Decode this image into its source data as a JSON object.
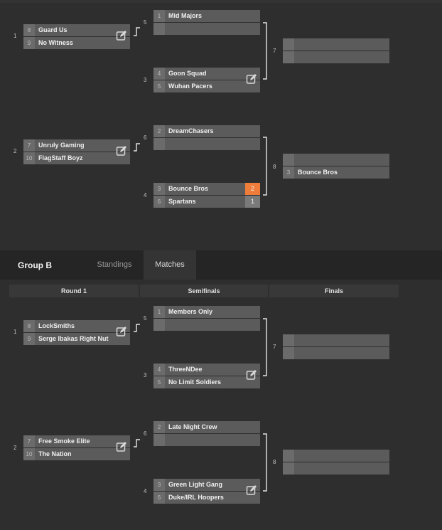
{
  "group_a": {
    "matches": [
      {
        "id": "1",
        "number": "1",
        "slots": [
          {
            "seed": "8",
            "team": "Guard Us",
            "score": ""
          },
          {
            "seed": "9",
            "team": "No Witness",
            "score": ""
          }
        ],
        "editable": true
      },
      {
        "id": "5",
        "number": "5",
        "slots": [
          {
            "seed": "1",
            "team": "Mid Majors",
            "score": ""
          },
          {
            "seed": "",
            "team": "",
            "score": ""
          }
        ],
        "editable": false
      },
      {
        "id": "3",
        "number": "3",
        "slots": [
          {
            "seed": "4",
            "team": "Goon Squad",
            "score": ""
          },
          {
            "seed": "5",
            "team": "Wuhan Pacers",
            "score": ""
          }
        ],
        "editable": true
      },
      {
        "id": "7",
        "number": "7",
        "slots": [
          {
            "seed": "",
            "team": "",
            "score": ""
          },
          {
            "seed": "",
            "team": "",
            "score": ""
          }
        ],
        "editable": false
      },
      {
        "id": "2",
        "number": "2",
        "slots": [
          {
            "seed": "7",
            "team": "Unruly Gaming",
            "score": ""
          },
          {
            "seed": "10",
            "team": "FlagStaff Boyz",
            "score": ""
          }
        ],
        "editable": true
      },
      {
        "id": "6",
        "number": "6",
        "slots": [
          {
            "seed": "2",
            "team": "DreamChasers",
            "score": ""
          },
          {
            "seed": "",
            "team": "",
            "score": ""
          }
        ],
        "editable": false
      },
      {
        "id": "4",
        "number": "4",
        "slots": [
          {
            "seed": "3",
            "team": "Bounce Bros",
            "score": "2",
            "winner": true
          },
          {
            "seed": "6",
            "team": "Spartans",
            "score": "1"
          }
        ],
        "editable": false
      },
      {
        "id": "8",
        "number": "8",
        "slots": [
          {
            "seed": "",
            "team": "",
            "score": ""
          },
          {
            "seed": "3",
            "team": "Bounce Bros",
            "score": ""
          }
        ],
        "editable": false
      }
    ]
  },
  "group_b": {
    "title": "Group B",
    "tabs": [
      "Standings",
      "Matches"
    ],
    "active_tab": "Matches",
    "round_headers": [
      "Round 1",
      "Semifinals",
      "Finals"
    ],
    "matches": [
      {
        "id": "1",
        "number": "1",
        "slots": [
          {
            "seed": "8",
            "team": "LockSmiths",
            "score": ""
          },
          {
            "seed": "9",
            "team": "Serge Ibakas Right Nut",
            "score": ""
          }
        ],
        "editable": true
      },
      {
        "id": "5",
        "number": "5",
        "slots": [
          {
            "seed": "1",
            "team": "Members Only",
            "score": ""
          },
          {
            "seed": "",
            "team": "",
            "score": ""
          }
        ],
        "editable": false
      },
      {
        "id": "3",
        "number": "3",
        "slots": [
          {
            "seed": "4",
            "team": "ThreeNDee",
            "score": ""
          },
          {
            "seed": "5",
            "team": "No Limit Soldiers",
            "score": ""
          }
        ],
        "editable": true
      },
      {
        "id": "7",
        "number": "7",
        "slots": [
          {
            "seed": "",
            "team": "",
            "score": ""
          },
          {
            "seed": "",
            "team": "",
            "score": ""
          }
        ],
        "editable": false
      },
      {
        "id": "2",
        "number": "2",
        "slots": [
          {
            "seed": "7",
            "team": "Free Smoke Elite",
            "score": ""
          },
          {
            "seed": "10",
            "team": "The Nation",
            "score": ""
          }
        ],
        "editable": true
      },
      {
        "id": "6",
        "number": "6",
        "slots": [
          {
            "seed": "2",
            "team": "Late Night Crew",
            "score": ""
          },
          {
            "seed": "",
            "team": "",
            "score": ""
          }
        ],
        "editable": false
      },
      {
        "id": "4",
        "number": "4",
        "slots": [
          {
            "seed": "3",
            "team": "Green Light Gang",
            "score": ""
          },
          {
            "seed": "6",
            "team": "Duke/IRL Hoopers",
            "score": ""
          }
        ],
        "editable": true
      },
      {
        "id": "8",
        "number": "8",
        "slots": [
          {
            "seed": "",
            "team": "",
            "score": ""
          },
          {
            "seed": "",
            "team": "",
            "score": ""
          }
        ],
        "editable": false
      }
    ]
  },
  "icons": {
    "edit": "edit-icon"
  },
  "colors": {
    "winner_score": "#ee7d3b",
    "slot": "#5b5b5b",
    "background": "#2e2e2e"
  }
}
